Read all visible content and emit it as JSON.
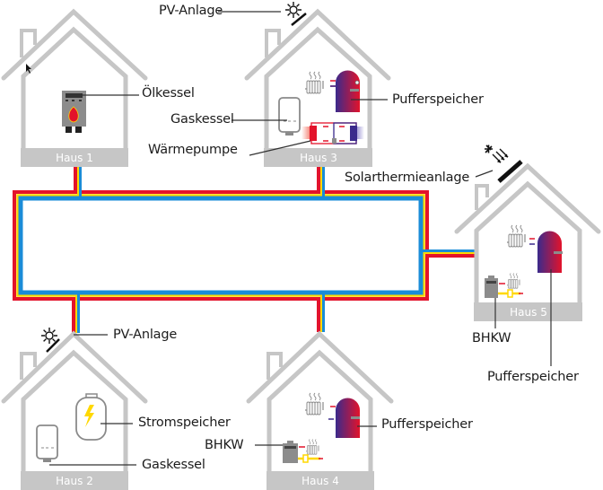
{
  "diagram": {
    "title": "Wärmenetz mit fünf Häusern",
    "colors": {
      "house_outline": "#c6c6c6",
      "pipe_red": "#e3132b",
      "pipe_yellow": "#ffd800",
      "pipe_blue": "#1a8cd8",
      "storage_red": "#e3132b",
      "storage_blue": "#3a2a8c",
      "device_gray": "#8c8c8c",
      "label_text": "#1c1c1c"
    },
    "houses": [
      {
        "id": "haus1",
        "label": "Haus 1",
        "components": [
          "Ölkessel"
        ]
      },
      {
        "id": "haus2",
        "label": "Haus 2",
        "components": [
          "PV-Anlage",
          "Stromspeicher",
          "Gaskessel"
        ]
      },
      {
        "id": "haus3",
        "label": "Haus 3",
        "components": [
          "PV-Anlage",
          "Pufferspeicher",
          "Gaskessel",
          "Wärmepumpe"
        ]
      },
      {
        "id": "haus4",
        "label": "Haus 4",
        "components": [
          "Pufferspeicher",
          "BHKW"
        ]
      },
      {
        "id": "haus5",
        "label": "Haus 5",
        "components": [
          "Solarthermieanlage",
          "BHKW",
          "Pufferspeicher"
        ]
      }
    ],
    "labels": {
      "pv_top": "PV-Anlage",
      "oelkessel": "Ölkessel",
      "gaskessel_3": "Gaskessel",
      "waermepumpe": "Wärmepumpe",
      "pufferspeicher_3": "Pufferspeicher",
      "solarthermie": "Solarthermieanlage",
      "bhkw_5": "BHKW",
      "pufferspeicher_5": "Pufferspeicher",
      "pv_bottom": "PV-Anlage",
      "stromspeicher": "Stromspeicher",
      "gaskessel_2": "Gaskessel",
      "bhkw_4": "BHKW",
      "pufferspeicher_4": "Pufferspeicher"
    },
    "icons": {
      "sun": "sun-icon",
      "pv_panel": "solar-panel-icon",
      "boiler": "oil-boiler-icon",
      "gas_boiler": "gas-boiler-icon",
      "heat_pump": "heat-pump-icon",
      "buffer_tank": "buffer-tank-icon",
      "radiator": "radiator-icon",
      "chp": "chp-unit-icon",
      "battery": "battery-storage-icon",
      "solar_thermal": "solar-thermal-collector-icon"
    }
  }
}
